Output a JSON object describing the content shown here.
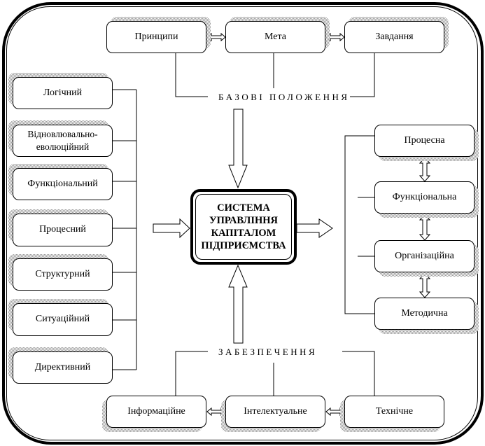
{
  "center": {
    "lines": [
      "СИСТЕМА",
      "УПРАВЛІННЯ",
      "КАПІТАЛОМ",
      "ПІДПРИЄМСТВА"
    ]
  },
  "top": {
    "label": "БАЗОВІ ПОЛОЖЕННЯ",
    "boxes": [
      "Принципи",
      "Мета",
      "Завдання"
    ]
  },
  "left": {
    "boxes": [
      "Логічний",
      "Відновлювально-\nеволюційний",
      "Функціональний",
      "Процесний",
      "Структурний",
      "Ситуаційний",
      "Директивний"
    ]
  },
  "right": {
    "boxes": [
      "Процесна",
      "Функціональна",
      "Організаційна",
      "Методична"
    ]
  },
  "bottom": {
    "label": "ЗАБЕЗПЕЧЕННЯ",
    "boxes": [
      "Інформаційне",
      "Інтелектуальне",
      "Технічне"
    ]
  }
}
